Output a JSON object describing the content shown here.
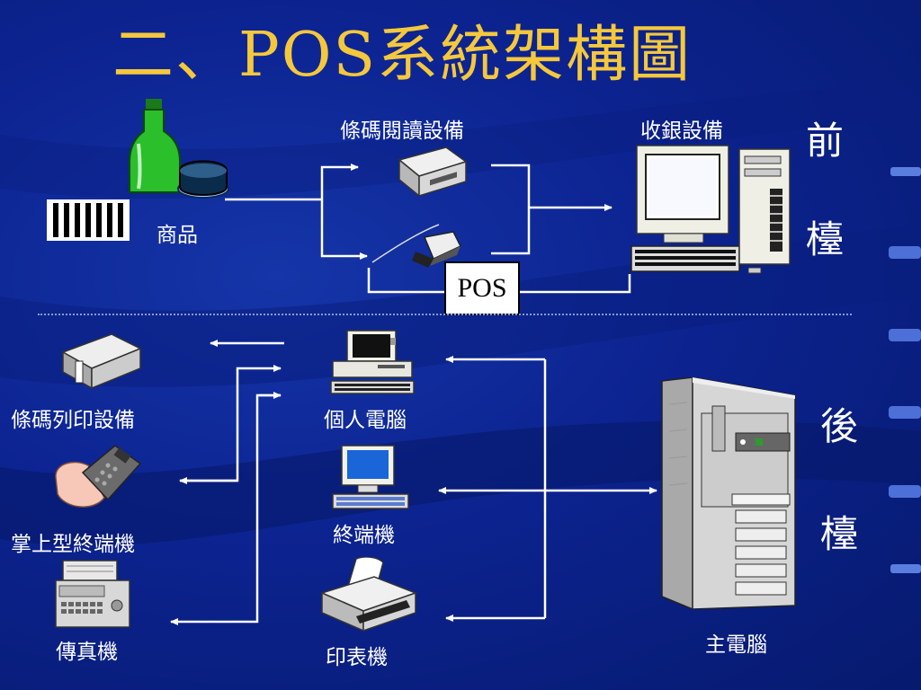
{
  "title": "二、POS系統架構圖",
  "labels": {
    "barcode_reader": "條碼閱讀設備",
    "cash_register": "收銀設備",
    "goods": "商品",
    "pos": "POS",
    "front_1": "前",
    "front_2": "檯",
    "back_1": "後",
    "back_2": "檯",
    "barcode_printer": "條碼列印設備",
    "personal_computer": "個人電腦",
    "handheld_terminal": "掌上型終端機",
    "terminal": "終端機",
    "fax": "傳真機",
    "printer": "印表機",
    "host_computer": "主電腦"
  },
  "colors": {
    "title": "#f5c83c",
    "background": "#0c2390",
    "arrows": "#ffffff"
  }
}
